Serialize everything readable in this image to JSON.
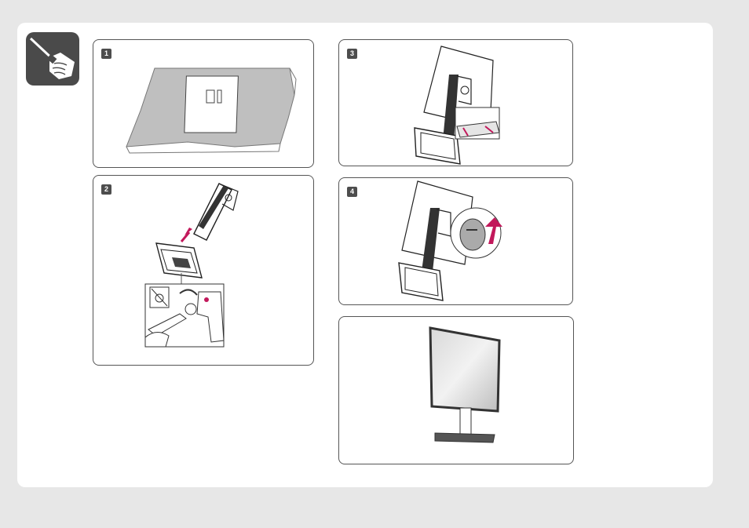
{
  "steps": [
    {
      "number": "1"
    },
    {
      "number": "2"
    },
    {
      "number": "3"
    },
    {
      "number": "4"
    }
  ],
  "icons": {
    "tool_badge": "screwdriver-hand-icon"
  },
  "colors": {
    "accent_arrow": "#c2185b",
    "panel_border": "#555555",
    "badge_bg": "#4a4a4a"
  }
}
